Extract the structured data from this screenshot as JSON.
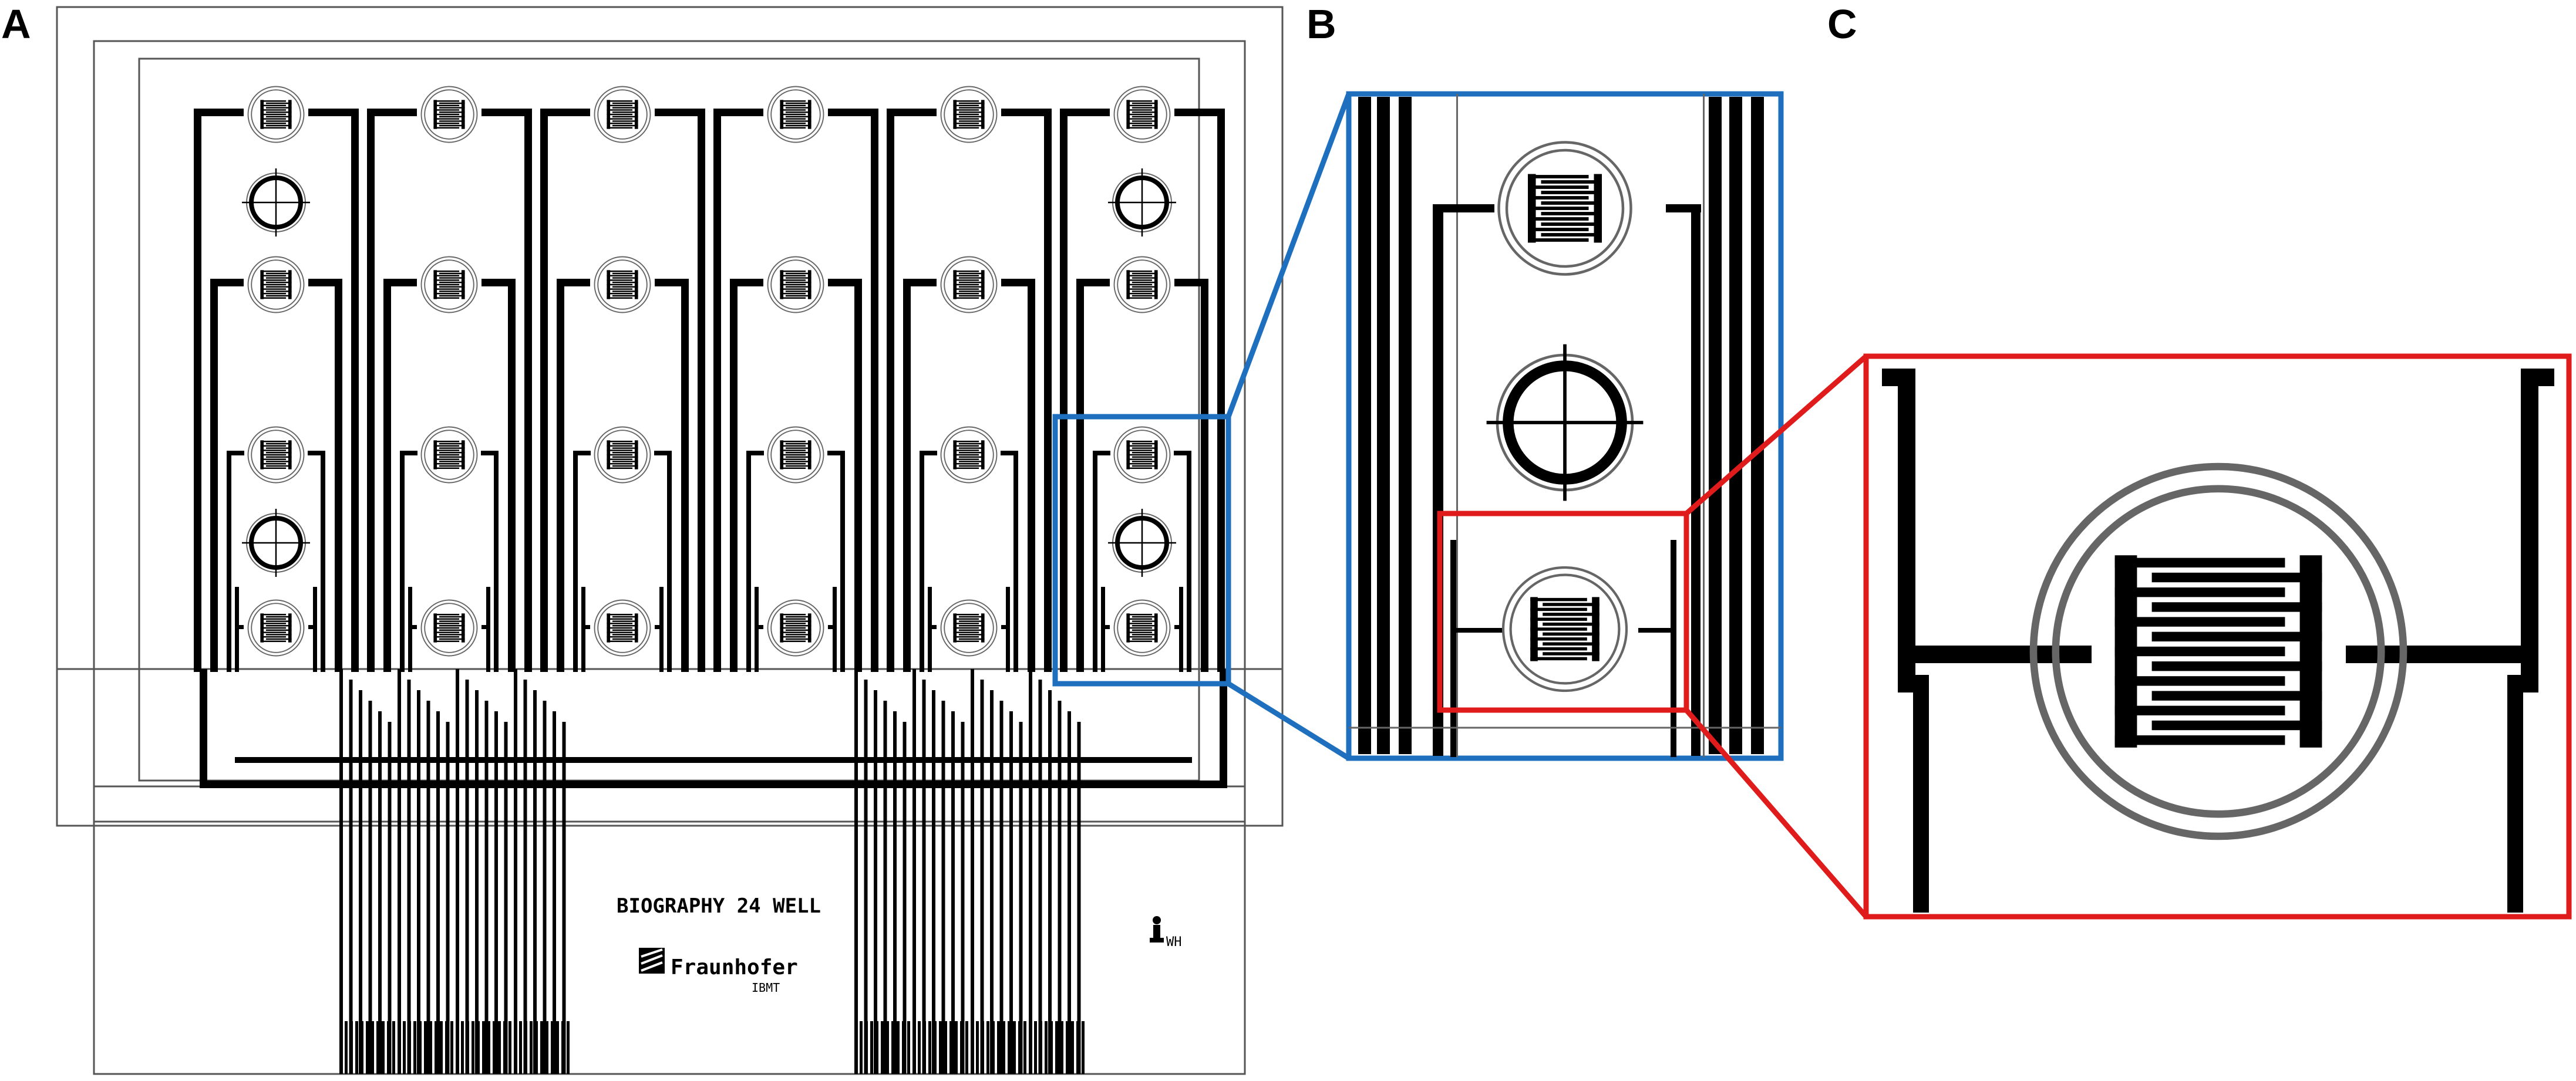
{
  "panels": {
    "a": {
      "letter": "A"
    },
    "b": {
      "letter": "B"
    },
    "c": {
      "letter": "C"
    }
  },
  "chip": {
    "name": "BIOGRAPHY 24 WELL",
    "logo_text": "Fraunhofer",
    "logo_sub": "IBMT",
    "initials": "WH",
    "columns": 6,
    "rows": [
      "ide-well",
      "reference-electrode",
      "ide-well",
      "ide-well",
      "reference-electrode",
      "ide-well"
    ],
    "electrode_columns_with_reference": [
      0,
      5
    ]
  },
  "colors": {
    "trace": "#000000",
    "outline": "#555555",
    "zoom_b": "#1f6fbf",
    "zoom_c": "#e01b1b",
    "background": "#ffffff"
  },
  "icons": {
    "logo": "fraunhofer-logo-icon",
    "person": "person-icon"
  }
}
